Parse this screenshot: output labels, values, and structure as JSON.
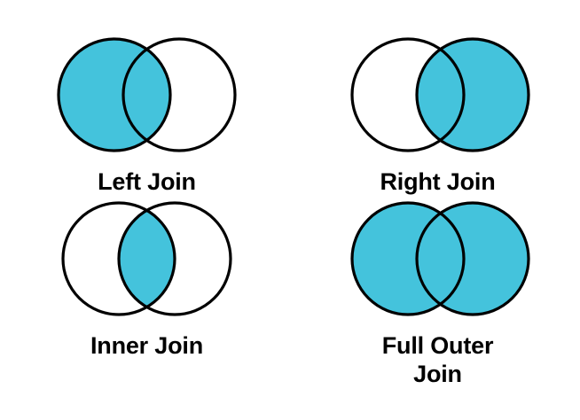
{
  "figure": {
    "title_visible": false,
    "background_color": "#ffffff",
    "stroke_color": "#000000",
    "fill_color": "#44c3dc",
    "unfilled_color": "#ffffff"
  },
  "chart_data": {
    "type": "diagram",
    "subtype": "venn",
    "title": "",
    "xlabel": "",
    "ylabel": "",
    "legend": [],
    "grid": false,
    "layout": {
      "rows": 2,
      "columns": 2,
      "order": [
        "Left Join",
        "Right Join",
        "Inner Join",
        "Full Outer Join"
      ]
    },
    "set_labels": [
      "left",
      "right"
    ],
    "colors": {
      "highlight": "#44c3dc",
      "empty": "#ffffff",
      "outline": "#000000",
      "text": "#000000"
    },
    "panels": [
      {
        "label": "Left Join",
        "label_lines": [
          "Left Join"
        ],
        "regions": {
          "left_only": "filled",
          "intersection": "filled",
          "right_only": "empty"
        },
        "filled_regions": [
          "left_only",
          "intersection"
        ]
      },
      {
        "label": "Right Join",
        "label_lines": [
          "Right Join"
        ],
        "regions": {
          "left_only": "empty",
          "intersection": "filled",
          "right_only": "filled"
        },
        "filled_regions": [
          "intersection",
          "right_only"
        ]
      },
      {
        "label": "Inner Join",
        "label_lines": [
          "Inner Join"
        ],
        "regions": {
          "left_only": "empty",
          "intersection": "filled",
          "right_only": "empty"
        },
        "filled_regions": [
          "intersection"
        ]
      },
      {
        "label": "Full Outer Join",
        "label_lines": [
          "Full Outer",
          "Join"
        ],
        "regions": {
          "left_only": "filled",
          "intersection": "filled",
          "right_only": "filled"
        },
        "filled_regions": [
          "left_only",
          "intersection",
          "right_only"
        ]
      }
    ]
  },
  "panels": {
    "left_join": {
      "label": "Left Join",
      "left_circle_fill": "#44c3dc",
      "right_circle_fill": "#ffffff",
      "lens_fill": "#44c3dc"
    },
    "right_join": {
      "label": "Right Join",
      "left_circle_fill": "#ffffff",
      "right_circle_fill": "#44c3dc",
      "lens_fill": "#44c3dc"
    },
    "inner_join": {
      "label": "Inner Join",
      "left_circle_fill": "#ffffff",
      "right_circle_fill": "#ffffff",
      "lens_fill": "#44c3dc"
    },
    "full_outer_join": {
      "label": "Full Outer\nJoin",
      "left_circle_fill": "#44c3dc",
      "right_circle_fill": "#44c3dc",
      "lens_fill": "#44c3dc"
    }
  }
}
